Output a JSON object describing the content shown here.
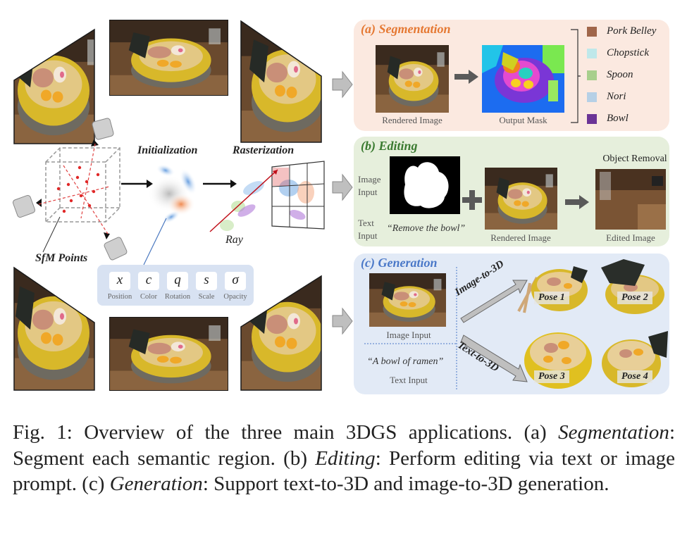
{
  "figure": {
    "segmentation": {
      "title": "(a) Segmentation",
      "rendered_label": "Rendered Image",
      "mask_label": "Output Mask",
      "legend": [
        {
          "label": "Pork Belley",
          "color": "#a0664a"
        },
        {
          "label": "Chopstick",
          "color": "#bfe8ea"
        },
        {
          "label": "Spoon",
          "color": "#a8cf8c"
        },
        {
          "label": "Nori",
          "color": "#b6d0e6"
        },
        {
          "label": "Bowl",
          "color": "#6b3496"
        }
      ]
    },
    "editing": {
      "title": "(b) Editing",
      "image_input_label": "Image\nInput",
      "text_input_label": "Text\nInput",
      "prompt": "“Remove the bowl”",
      "rendered_label": "Rendered Image",
      "object_removal_label": "Object Removal",
      "edited_label": "Edited Image"
    },
    "generation": {
      "title": "(c) Generation",
      "image_input_label": "Image Input",
      "prompt": "“A bowl of ramen”",
      "text_input_label": "Text Input",
      "image_to_3d": "Image-to-3D",
      "text_to_3d": "Text-to-3D",
      "poses": [
        "Pose 1",
        "Pose 2",
        "Pose 3",
        "Pose 4"
      ]
    },
    "pipeline": {
      "initialization": "Initialization",
      "rasterization": "Rasterization",
      "sfm_points": "SfM Points",
      "ray": "Ray",
      "params": [
        {
          "symbol": "x",
          "label": "Position"
        },
        {
          "symbol": "c",
          "label": "Color"
        },
        {
          "symbol": "q",
          "label": "Rotation"
        },
        {
          "symbol": "s",
          "label": "Scale"
        },
        {
          "symbol": "σ",
          "label": "Opacity"
        }
      ]
    }
  },
  "caption": {
    "prefix": "Fig. 1: Overview of the three main 3DGS applications. (a) ",
    "seg_term": "Segmentation",
    "seg_text": ": Segment each semantic region. (b) ",
    "edit_term": "Editing",
    "edit_text": ": Perform editing via text or image prompt. (c) ",
    "gen_term": "Generation",
    "gen_text": ": Support text-to-3D and image-to-3D generation."
  }
}
